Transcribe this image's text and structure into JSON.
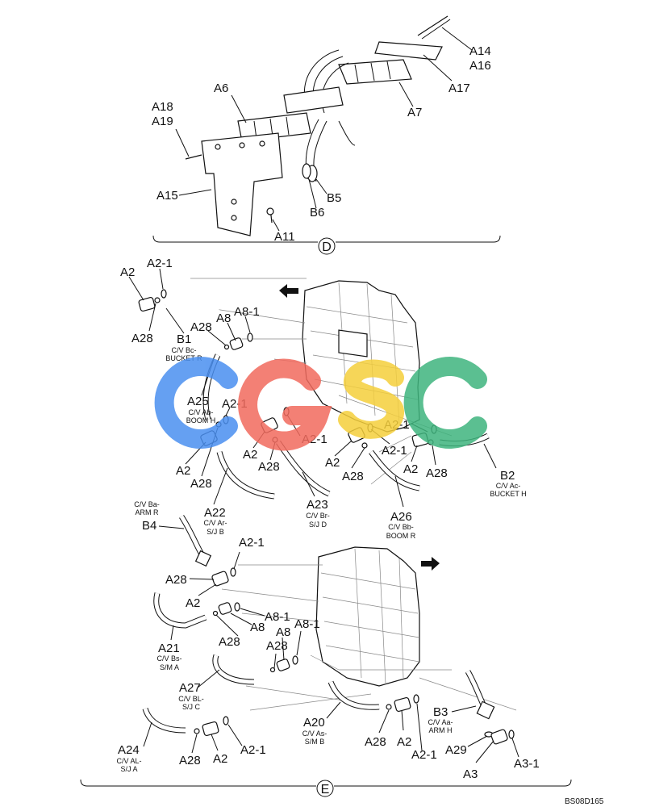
{
  "diagram_code": "BS08D165",
  "section_d": {
    "marker": "D",
    "labels": [
      "A14",
      "A16",
      "A17",
      "A7",
      "A6",
      "A18",
      "A19",
      "A15",
      "A11",
      "B5",
      "B6"
    ]
  },
  "section_e": {
    "marker": "E"
  },
  "callouts": {
    "a2_1": "A2-1",
    "a2": "A2",
    "a28": "A28",
    "a8": "A8",
    "a8_1": "A8-1",
    "a29": "A29",
    "a3": "A3",
    "a3_1": "A3-1",
    "b1": "B1",
    "b1_desc": [
      "C/V Bc-",
      "BUCKET R"
    ],
    "a25": "A25",
    "a25_desc": [
      "C/V Ab-",
      "BOOM H"
    ],
    "a22": "A22",
    "a22_desc": [
      "C/V Ar-",
      "S/J B"
    ],
    "a23": "A23",
    "a23_desc": [
      "C/V Br-",
      "S/J D"
    ],
    "a26": "A26",
    "a26_desc": [
      "C/V Bb-",
      "BOOM R"
    ],
    "b2": "B2",
    "b2_desc": [
      "C/V Ac-",
      "BUCKET H"
    ],
    "b4": "B4",
    "b4_desc": [
      "C/V Ba-",
      "ARM R"
    ],
    "a21": "A21",
    "a21_desc": [
      "C/V Bs-",
      "S/M A"
    ],
    "a27": "A27",
    "a27_desc": [
      "C/V BL-",
      "S/J C"
    ],
    "a24": "A24",
    "a24_desc": [
      "C/V AL-",
      "S/J A"
    ],
    "a20": "A20",
    "a20_desc": [
      "C/V As-",
      "S/M B"
    ],
    "b3": "B3",
    "b3_desc": [
      "C/V Aa-",
      "ARM H"
    ]
  },
  "watermark": {
    "letters": [
      "C",
      "G",
      "S",
      "C"
    ],
    "colors": [
      "#4a8ff0",
      "#f26b5e",
      "#f5cf3c",
      "#3fb57e"
    ]
  }
}
